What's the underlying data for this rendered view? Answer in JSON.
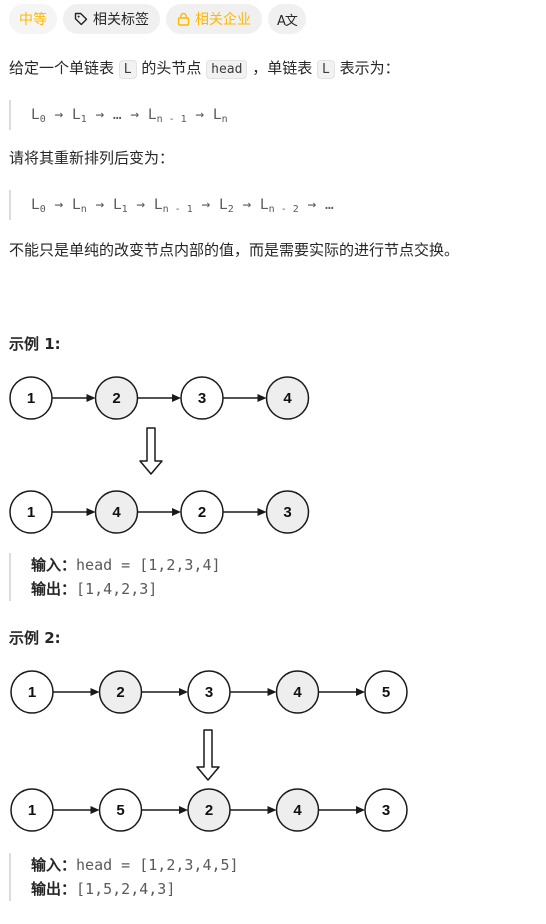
{
  "tags": {
    "difficulty": "中等",
    "related_tags": "相关标签",
    "related_companies": "相关企业",
    "translate_icon_text": "A文"
  },
  "description": {
    "p1_a": "给定一个单链表 ",
    "p1_code_L": "L",
    "p1_b": " 的头节点 ",
    "p1_code_head": "head",
    "p1_c": " ，单链表 ",
    "p1_d": " 表示为：",
    "quote1": [
      {
        "base": "L",
        "sub": "0"
      },
      {
        "sep": " → "
      },
      {
        "base": "L",
        "sub": "1"
      },
      {
        "sep": " → … → "
      },
      {
        "base": "L",
        "sub": "n - 1"
      },
      {
        "sep": " → "
      },
      {
        "base": "L",
        "sub": "n"
      }
    ],
    "p2": "请将其重新排列后变为：",
    "quote2": [
      {
        "base": "L",
        "sub": "0"
      },
      {
        "sep": " → "
      },
      {
        "base": "L",
        "sub": "n"
      },
      {
        "sep": " → "
      },
      {
        "base": "L",
        "sub": "1"
      },
      {
        "sep": " → "
      },
      {
        "base": "L",
        "sub": "n - 1"
      },
      {
        "sep": " → "
      },
      {
        "base": "L",
        "sub": "2"
      },
      {
        "sep": " → "
      },
      {
        "base": "L",
        "sub": "n - 2"
      },
      {
        "sep": " → …"
      }
    ],
    "p3": "不能只是单纯的改变节点内部的值，而是需要实际的进行节点交换。"
  },
  "example1": {
    "title": "示例 1:",
    "before": [
      "1",
      "2",
      "3",
      "4"
    ],
    "before_shaded": [
      false,
      true,
      false,
      true
    ],
    "after": [
      "1",
      "4",
      "2",
      "3"
    ],
    "after_shaded": [
      false,
      true,
      false,
      true
    ],
    "input_label": "输入：",
    "input_value": "head = [1,2,3,4]",
    "output_label": "输出：",
    "output_value": "[1,4,2,3]"
  },
  "example2": {
    "title": "示例 2:",
    "before": [
      "1",
      "2",
      "3",
      "4",
      "5"
    ],
    "before_shaded": [
      false,
      true,
      false,
      true,
      false
    ],
    "after": [
      "1",
      "5",
      "2",
      "4",
      "3"
    ],
    "after_shaded": [
      false,
      false,
      true,
      true,
      false
    ],
    "input_label": "输入：",
    "input_value": "head = [1,2,3,4,5]",
    "output_label": "输出：",
    "output_value": "[1,5,2,4,3]"
  },
  "colors": {
    "difficulty": "#ffb800",
    "node_shaded": "#eeeeee",
    "stroke": "#1a1a1a"
  }
}
